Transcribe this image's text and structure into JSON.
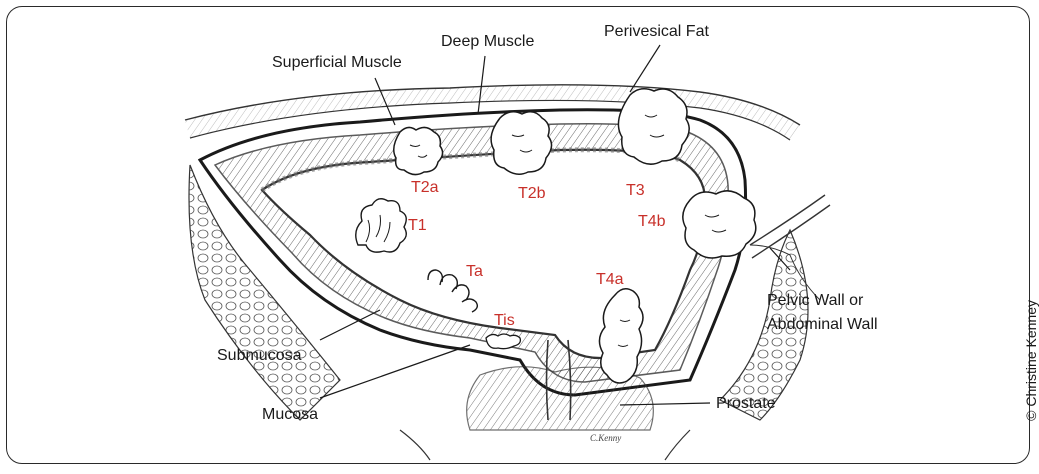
{
  "labels": {
    "superficial_muscle": "Superficial Muscle",
    "deep_muscle": "Deep Muscle",
    "perivesical_fat": "Perivesical Fat",
    "pelvic_wall_line1": "Pelvic Wall or",
    "pelvic_wall_line2": "Abdominal Wall",
    "submucosa": "Submucosa",
    "mucosa": "Mucosa",
    "prostate": "Prostate"
  },
  "stages": {
    "t2a": "T2a",
    "t2b": "T2b",
    "t3": "T3",
    "t1": "T1",
    "t4b": "T4b",
    "ta": "Ta",
    "t4a": "T4a",
    "tis": "Tis"
  },
  "credit": "© Christine Kenney",
  "signature": "C.Kenny",
  "colors": {
    "stage_label": "#c8302a",
    "outline": "#2a2a2a"
  }
}
